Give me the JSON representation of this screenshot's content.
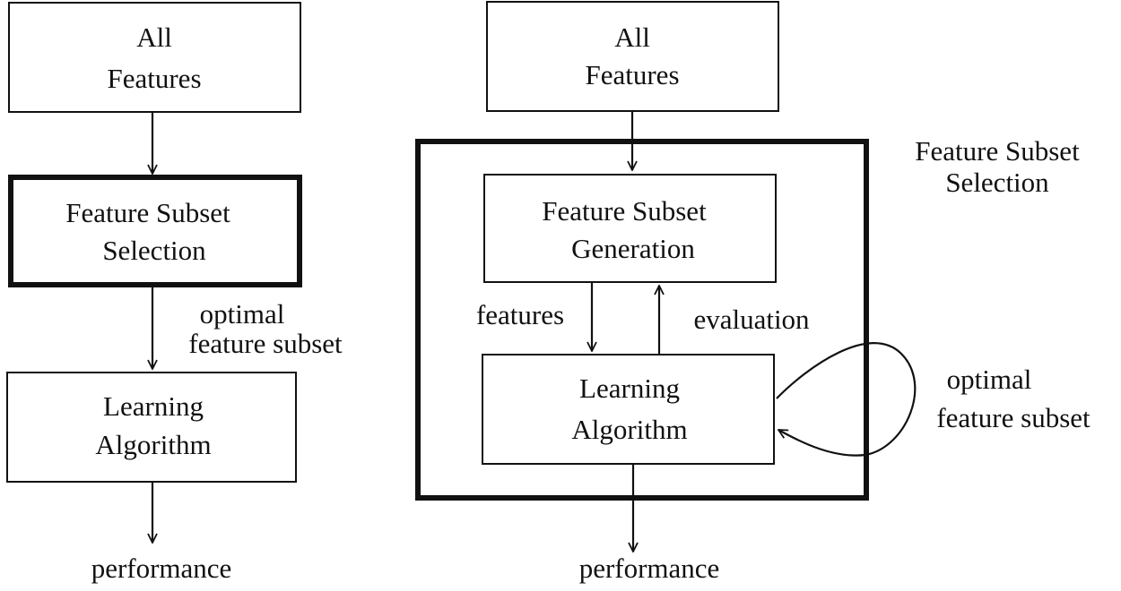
{
  "left_flow": {
    "all_features": [
      "All",
      "Features"
    ],
    "selection": [
      "Feature Subset",
      "Selection"
    ],
    "optimal_label": [
      "optimal",
      "feature subset"
    ],
    "learning": [
      "Learning",
      "Algorithm"
    ],
    "performance": "performance"
  },
  "right_flow": {
    "all_features": [
      "All",
      "Features"
    ],
    "wrapper_label": [
      "Feature Subset",
      "Selection"
    ],
    "generation": [
      "Feature Subset",
      "Generation"
    ],
    "features_label": "features",
    "evaluation_label": "evaluation",
    "learning": [
      "Learning",
      "Algorithm"
    ],
    "optimal_label": [
      "optimal",
      "feature subset"
    ],
    "performance": "performance"
  }
}
